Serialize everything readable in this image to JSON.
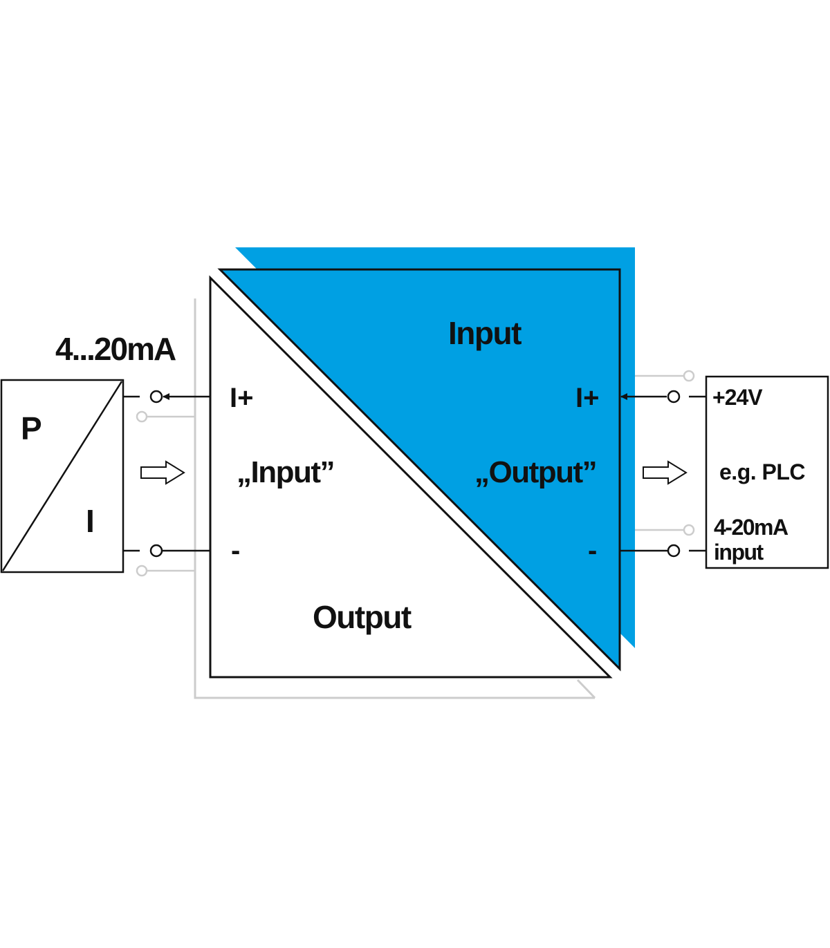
{
  "signal_label": "4...20mA",
  "transmitter": {
    "top_letter": "P",
    "bottom_letter": "I"
  },
  "module": {
    "upper_label": "Input",
    "lower_label": "Output",
    "left_plus": "I+",
    "left_minus": "-",
    "left_function": "„Input”",
    "right_plus": "I+",
    "right_minus": "-",
    "right_function": "„Output”"
  },
  "plc": {
    "supply": "+24V",
    "name": "e.g. PLC",
    "input_line1": "4-20mA",
    "input_line2": "input"
  },
  "colors": {
    "blue": "#00a0e3",
    "line": "#111111",
    "ghost": "#cccccc"
  }
}
